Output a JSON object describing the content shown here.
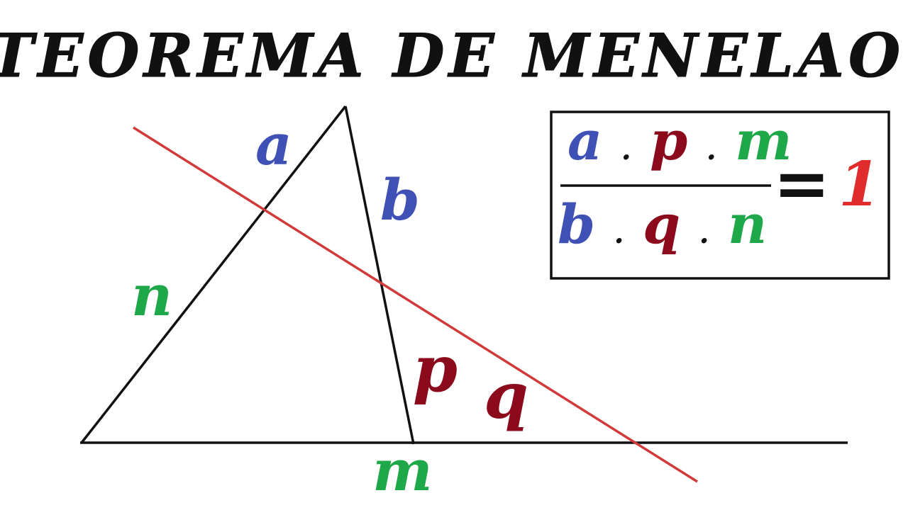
{
  "title": "TEOREMA DE MENELAO",
  "colors": {
    "blue": "#3f51b5",
    "maroon": "#8b0a1c",
    "green": "#1fa84a",
    "red": "#e02c2c",
    "line_red": "#d23a3a",
    "black": "#111111"
  },
  "diagram": {
    "labels": {
      "a": "a",
      "b": "b",
      "n": "n",
      "p": "p",
      "q": "q",
      "m": "m"
    }
  },
  "formula": {
    "numerator": {
      "a": "a",
      "p": "p",
      "m": "m"
    },
    "denominator": {
      "b": "b",
      "q": "q",
      "n": "n"
    },
    "dot": ".",
    "equals": "=",
    "result": "1"
  }
}
